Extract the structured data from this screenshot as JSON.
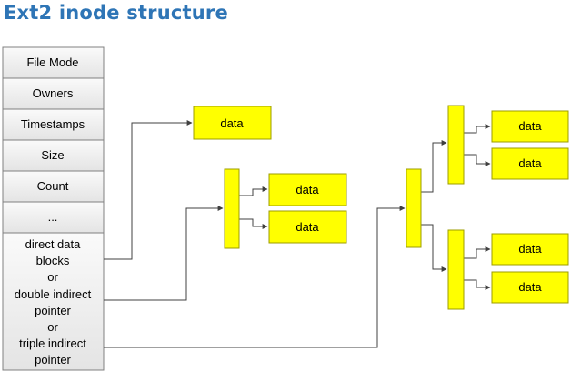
{
  "title": "Ext2 inode structure",
  "inode_fields": [
    "File Mode",
    "Owners",
    "Timestamps",
    "Size",
    "Count",
    "..."
  ],
  "pointer_field_lines": [
    "direct data",
    "blocks",
    "or",
    "double indirect",
    "pointer",
    "or",
    "triple indirect",
    "pointer"
  ],
  "data_label": "data",
  "colors": {
    "title": "#2e75b6",
    "block_fill": "#ffff00",
    "block_stroke": "#9c9c00",
    "cell_fill": "#f3f3f3",
    "cell_stroke": "#808080",
    "line": "#404040"
  }
}
